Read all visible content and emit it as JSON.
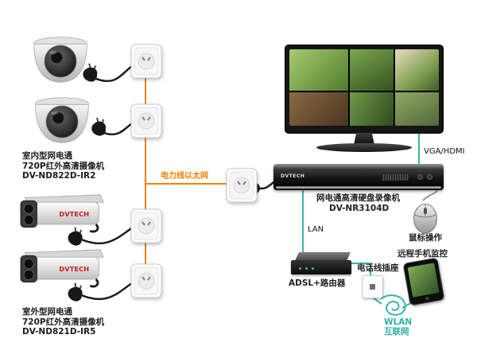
{
  "cameras": {
    "indoor": {
      "type": "室内型网电通",
      "desc": "720P红外高清摄像机",
      "model": "DV-ND822D-IR2"
    },
    "outdoor": {
      "type": "室外型网电通",
      "desc": "720P红外高清摄像机",
      "model": "DV-ND821D-IR5"
    }
  },
  "connections": {
    "powerline": "电力线以太网",
    "vga_hdmi": "VGA/HDMI",
    "lan": "LAN",
    "wlan": "WLAN",
    "internet": "互联网"
  },
  "devices": {
    "nvr_name": "网电通高清硬盘录像机",
    "nvr_model": "DV-NR3104D",
    "mouse": "鼠标操作",
    "router": "ADSL+路由器",
    "phone_socket": "电话线插座",
    "remote_phone": "远程手机监控",
    "brand": "DVTECH"
  },
  "colors": {
    "powerline": "#f08200",
    "network": "#35b5ab"
  }
}
